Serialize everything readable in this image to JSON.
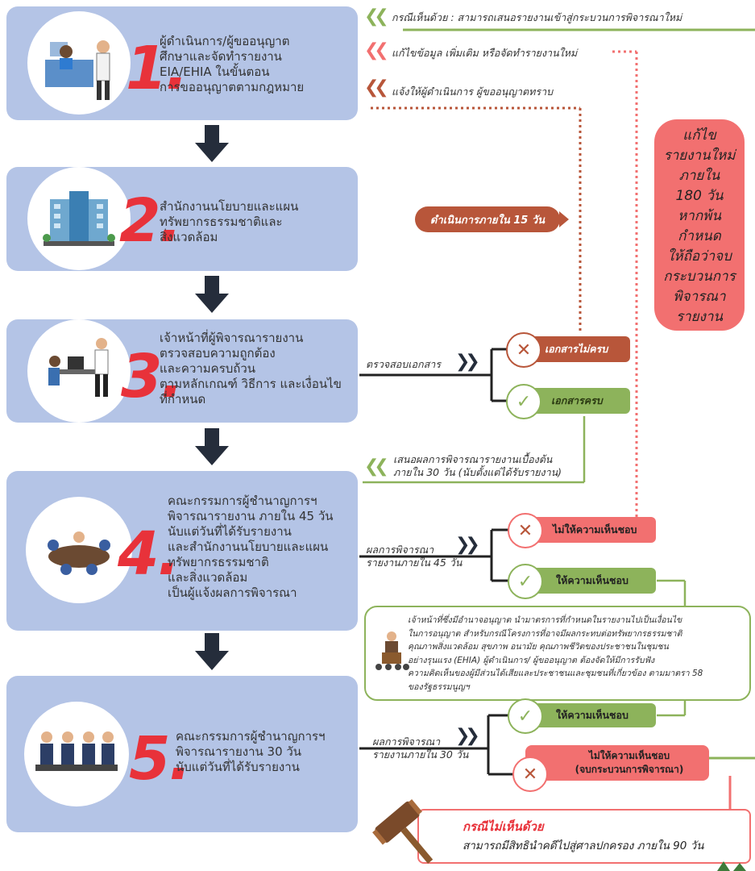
{
  "steps": [
    {
      "num": "1.",
      "text": "ผู้ดำเนินการ/ผู้ขออนุญาต\nศึกษาและจัดทำรายงาน\nEIA/EHIA ในขั้นตอน\nการขออนุญาตตามกฎหมาย"
    },
    {
      "num": "2.",
      "text": "สำนักงานนโยบายและแผน\nทรัพยากรธรรมชาติและ\nสิ่งแวดล้อม"
    },
    {
      "num": "3.",
      "text": "เจ้าหน้าที่ผู้พิจารณารายงาน\nตรวจสอบความถูกต้อง\nและความครบถ้วน\nตามหลักเกณฑ์ วิธีการ และเงื่อนไข\nที่กำหนด"
    },
    {
      "num": "4.",
      "text": "คณะกรรมการผู้ชำนาญการฯ\nพิจารณารายงาน ภายใน 45 วัน\nนับแต่วันที่ได้รับรายงาน\nและสำนักงานนโยบายและแผน\nทรัพยากรธรรมชาติ\nและสิ่งแวดล้อม\nเป็นผู้แจ้งผลการพิจารณา"
    },
    {
      "num": "5.",
      "text": "คณะกรรมการผู้ชำนาญการฯ\nพิจารณารายงาน 30 วัน\nนับแต่วันที่ได้รับรายงาน"
    }
  ],
  "top_notes": {
    "agree": "กรณีเห็นด้วย : สามารถเสนอรายงานเข้าสู่กระบวนการพิจารณาใหม่",
    "revise": "แก้ไขข้อมูล เพิ่มเติม หรือจัดทำรายงานใหม่",
    "notify": "แจ้งให้ผู้ดำเนินการ ผู้ขออนุญาตทราบ"
  },
  "within15": "ดำเนินการภายใน 15 วัน",
  "revise_bubble": "แก้ไข\nรายงานใหม่\nภายใน\n180 วัน\nหากพ้น\nกำหนด\nให้ถือว่าจบ\nกระบวนการ\nพิจารณา\nรายงาน",
  "check_docs": "ตรวจสอบเอกสาร",
  "docs_incomplete": "เอกสารไม่ครบ",
  "docs_complete": "เอกสารครบ",
  "preliminary": "เสนอผลการพิจารณารายงานเบื้องต้น\nภายใน 30 วัน (นับตั้งแต่ได้รับรายงาน)",
  "result45": "ผลการพิจารณา\nรายงานภายใน 45 วัน",
  "disapprove": "ไม่ให้ความเห็นชอบ",
  "approve": "ให้ความเห็นชอบ",
  "authority_note": "เจ้าหน้าที่ซึ่งมีอำนาจอนุญาต นำมาตรการที่กำหนดในรายงานไปเป็นเงื่อนไข\nในการอนุญาต สำหรับกรณีโครงการที่อาจมีผลกระทบต่อทรัพยากรธรรมชาติ\nคุณภาพสิ่งแวดล้อม สุขภาพ อนามัย คุณภาพชีวิตของประชาชนในชุมชน\nอย่างรุนแรง (EHIA) ผู้ดำเนินการ/ ผู้ขออนุญาต ต้องจัดให้มีการรับฟัง\nความคิดเห็นของผู้มีส่วนได้เสียและประชาชนและชุมชนที่เกี่ยวข้อง ตามมาตรา 58\nของรัฐธรรมนูญฯ",
  "approve2": "ให้ความเห็นชอบ",
  "result30": "ผลการพิจารณา\nรายงานภายใน 30 วัน",
  "disapprove_end": "ไม่ให้ความเห็นชอบ\n(จบกระบวนการพิจารณา)",
  "court_title": "กรณีไม่เห็นด้วย",
  "court_text": "สามารถมีสิทธินำคดีไปสู่ศาลปกครอง ภายใน 90 วัน",
  "colors": {
    "step_bg": "#b4c4e6",
    "accent_red": "#e8323a",
    "green": "#8db35b",
    "brown": "#b8563a",
    "pink": "#f27070"
  }
}
